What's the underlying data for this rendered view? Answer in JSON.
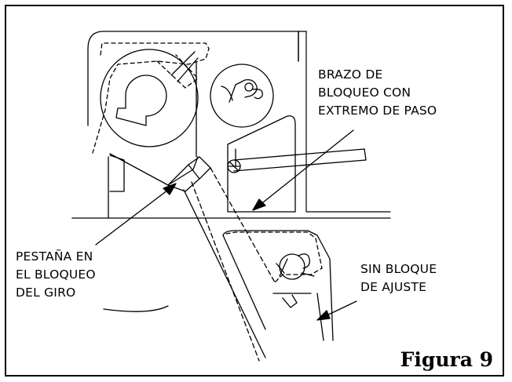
{
  "labels": {
    "brazo_line1": "BRAZO DE",
    "brazo_line2": "BLOQUEO CON",
    "brazo_line3": "EXTREMO DE PASO",
    "pestana_line1": "PESTAÑA EN",
    "pestana_line2": "EL BLOQUEO",
    "pestana_line3": "DEL GIRO",
    "sin_line1": "SIN BLOQUE",
    "sin_line2": "DE AJUSTE"
  },
  "figure_caption": "Figura 9",
  "colors": {
    "ink": "#000000",
    "paper": "#ffffff"
  }
}
